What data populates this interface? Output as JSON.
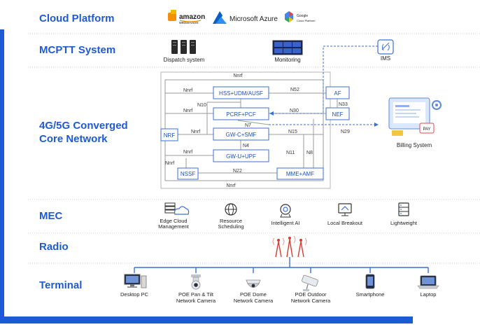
{
  "layers": {
    "cloud_platform": "Cloud Platform",
    "mcptt_system": "MCPTT System",
    "core_line1": "4G/5G Converged",
    "core_line2": "Core Network",
    "mec": "MEC",
    "radio": "Radio",
    "terminal": "Terminal"
  },
  "cloud_providers": {
    "amazon_word": "amazon",
    "amazon_sub": "webservices",
    "azure": "Microsoft Azure",
    "google_line1": "Google",
    "google_line2": "Cloud Platform"
  },
  "mcptt": {
    "dispatch": "Dispatch system",
    "monitoring": "Monitoring",
    "ims": "IMS"
  },
  "core_nodes": {
    "hss": "HSS+UDM/AUSF",
    "pcrf": "PCRF+PCF",
    "gwc": "GW-C+SMF",
    "gwu": "GW-U+UPF",
    "nrf": "NRF",
    "nssf": "NSSF",
    "mme": "MME+AMF",
    "af": "AF",
    "nef": "NEF"
  },
  "interfaces": {
    "nnrf": "Nnrf",
    "n52": "N52",
    "n10": "N10",
    "n30": "N30",
    "n33": "N33",
    "n7": "N7",
    "n15": "N15",
    "n29": "N29",
    "n4": "N4",
    "n11": "N11",
    "n8": "N8",
    "n22": "N22"
  },
  "billing": {
    "label": "Billing System",
    "pay": "PAY"
  },
  "mec_items": [
    {
      "line1": "Edge Cloud",
      "line2": "Management",
      "icon": "cloud-server-icon"
    },
    {
      "line1": "Resource",
      "line2": "Scheduling",
      "icon": "globe-icon"
    },
    {
      "line1": "Intelligent AI",
      "line2": "",
      "icon": "webcam-icon"
    },
    {
      "line1": "Local Breakout",
      "line2": "",
      "icon": "breakout-icon"
    },
    {
      "line1": "Lightweight",
      "line2": "",
      "icon": "server-rack-icon"
    }
  ],
  "terminals": [
    {
      "line1": "Desktop PC",
      "line2": "",
      "icon": "desktop-pc-icon"
    },
    {
      "line1": "POE Pan & Tilt",
      "line2": "Network Camera",
      "icon": "ptz-camera-icon"
    },
    {
      "line1": "POE Dome",
      "line2": "Network Camera",
      "icon": "dome-camera-icon"
    },
    {
      "line1": "POE Outdoor",
      "line2": "Network Camera",
      "icon": "outdoor-camera-icon"
    },
    {
      "line1": "Smartphone",
      "line2": "",
      "icon": "smartphone-icon"
    },
    {
      "line1": "Laptop",
      "line2": "",
      "icon": "laptop-icon"
    }
  ],
  "colors": {
    "accent_blue": "#1e5ad6",
    "node_border": "#3b6fd8",
    "divider": "#cfcfcf",
    "radio_red": "#d93a2e"
  }
}
